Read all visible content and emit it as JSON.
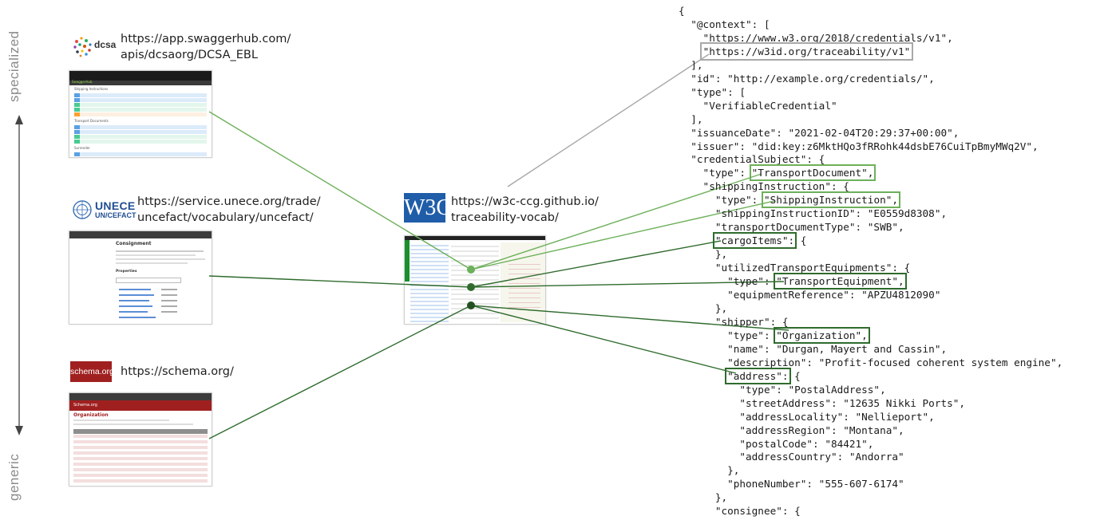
{
  "axis": {
    "top_label": "specialized",
    "bottom_label": "generic"
  },
  "sources": {
    "dcsa": {
      "logo_text": "dcsa",
      "url_line1": "https://app.swaggerhub.com/",
      "url_line2": "apis/dcsaorg/DCSA_EBL",
      "shot": {
        "header": "SwaggerHub",
        "section1": "Shipping Instructions",
        "section2": "Transport Documents",
        "section3": "Surrender"
      }
    },
    "unece": {
      "logo_text_1": "UNECE",
      "logo_text_2": "UN/CEFACT",
      "url_line1": "https://service.unece.org/trade/",
      "url_line2": "uncefact/vocabulary/uncefact/",
      "shot": {
        "title": "Consignment",
        "properties": "Properties"
      }
    },
    "schema": {
      "logo_text": "schema.org",
      "url_line1": "https://schema.org/",
      "shot": {
        "brand": "Schema.org",
        "title": "Organization"
      }
    },
    "w3c": {
      "logo_text": "W3C",
      "url_line1": "https://w3c-ccg.github.io/",
      "url_line2": "traceability-vocab/"
    }
  },
  "colors": {
    "dark_green": "#2f6b2d",
    "light_green": "#6db05a",
    "gray": "#a8a8a8"
  },
  "code": {
    "l01": "{",
    "l02a": "  \"@context\": [",
    "l03": "    \"https://www.w3.org/2018/credentials/v1\",",
    "l04pre": "    ",
    "l04hl": "\"https://w3id.org/traceability/v1\"",
    "l05": "  ],",
    "l06": "  \"id\": \"http://example.org/credentials/\",",
    "l07": "  \"type\": [",
    "l08": "    \"VerifiableCredential\"",
    "l09": "  ],",
    "l10": "  \"issuanceDate\": \"2021-02-04T20:29:37+00:00\",",
    "l11": "  \"issuer\": \"did:key:z6MktHQo3fRRohk44dsbE76CuiTpBmyMWq2V\",",
    "l12": "  \"credentialSubject\": {",
    "l13pre": "    \"type\": ",
    "l13hl": "\"TransportDocument\",",
    "l14": "    \"shippingInstruction\": {",
    "l15pre": "      \"type\": ",
    "l15hl": "\"ShippingInstruction\",",
    "l16": "      \"shippingInstructionID\": \"E0559d8308\",",
    "l17": "      \"transportDocumentType\": \"SWB\",",
    "l18pre": "      ",
    "l18hl": "\"cargoItems\":",
    "l18post": " {",
    "l19": "      },",
    "l20": "      \"utilizedTransportEquipments\": {",
    "l21pre": "        \"type\": ",
    "l21hl": "\"TransportEquipment\",",
    "l22": "        \"equipmentReference\": \"APZU4812090\"",
    "l23": "      },",
    "l24": "      \"shipper\": {",
    "l25pre": "        \"type\": ",
    "l25hl": "\"Organization\",",
    "l26": "        \"name\": \"Durgan, Mayert and Cassin\",",
    "l27": "        \"description\": \"Profit-focused coherent system engine\",",
    "l28pre": "        ",
    "l28hl": "\"address\":",
    "l28post": " {",
    "l29": "          \"type\": \"PostalAddress\",",
    "l30": "          \"streetAddress\": \"12635 Nikki Ports\",",
    "l31": "          \"addressLocality\": \"Nellieport\",",
    "l32": "          \"addressRegion\": \"Montana\",",
    "l33": "          \"postalCode\": \"84421\",",
    "l34": "          \"addressCountry\": \"Andorra\"",
    "l35": "        },",
    "l36": "        \"phoneNumber\": \"555-607-6174\"",
    "l37": "      },",
    "l38": "      \"consignee\": {"
  }
}
